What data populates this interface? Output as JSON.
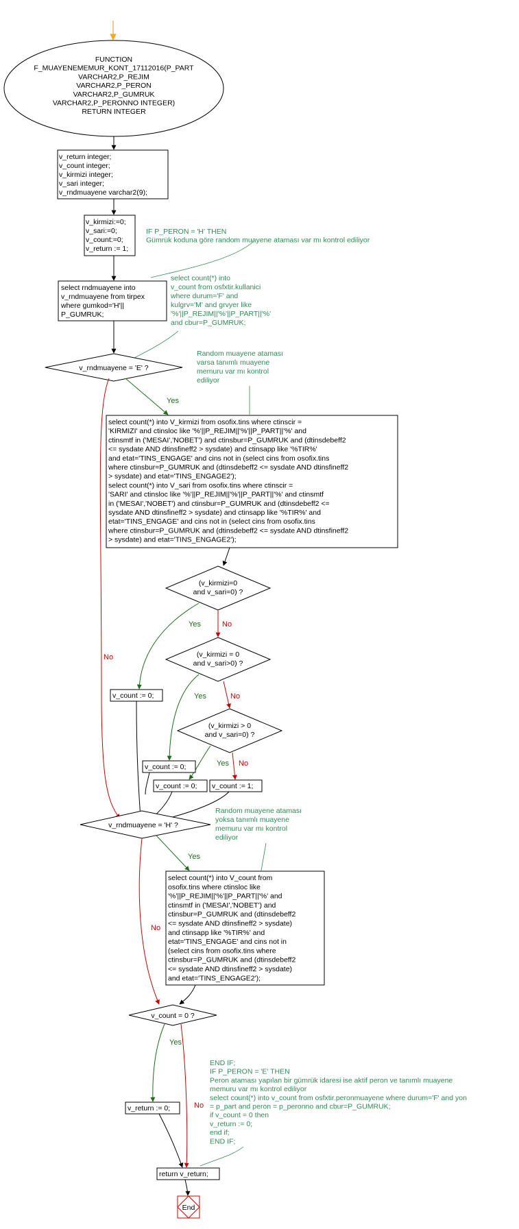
{
  "colors": {
    "yes": "#1a6e1a",
    "no": "#cc0000",
    "comment": "#2e8b57",
    "start_arrow": "#f5a623",
    "end_box": "#cc0000"
  },
  "nodes": {
    "function_header": [
      "FUNCTION",
      "F_MUAYENEMEMUR_KONT_17112016(P_PART",
      "VARCHAR2,P_REJIM",
      "VARCHAR2,P_PERON",
      "VARCHAR2,P_GUMRUK",
      "VARCHAR2,P_PERONNO INTEGER)",
      "RETURN INTEGER"
    ],
    "declarations": [
      "v_return integer;",
      "v_count integer;",
      "v_kirmizi integer;",
      "v_sari integer;",
      "v_rndmuayene varchar2(9);"
    ],
    "init": [
      "v_kirmizi:=0;",
      "v_sari:=0;",
      "v_count:=0;",
      "v_return := 1;"
    ],
    "select_rnd": [
      "select rndmuayene into",
      "v_rndmuayene from tirpex",
      "where gumkod='H'||",
      "P_GUMRUK;"
    ],
    "dec_e": "v_rndmuayene = 'E' ?",
    "select_counts": [
      "select count(*) into V_kirmizi from osofix.tins where ctinscir =",
      "'KIRMIZI' and ctinsloc like '%'||P_REJIM||'%'||P_PART||'%' and",
      "ctinsmtf in ('MESAI','NOBET') and ctinsbur=P_GUMRUK and (dtinsdebeff2",
      "<= sysdate AND dtinsfineff2 > sysdate) and ctinsapp like '%TIR%'",
      "and etat='TINS_ENGAGE' and cins not in (select cins from osofix.tins",
      "where ctinsbur=P_GUMRUK and (dtinsdebeff2 <= sysdate AND dtinsfineff2",
      "> sysdate) and etat='TINS_ENGAGE2');",
      "select count(*) into V_sari from osofix.tins where ctinscir =",
      "'SARI' and ctinsloc like '%'||P_REJIM||'%'||P_PART||'%' and ctinsmtf",
      "in ('MESAI','NOBET') and ctinsbur=P_GUMRUK and (dtinsdebeff2 <=",
      "sysdate AND dtinsfineff2 > sysdate) and ctinsapp like '%TIR%' and",
      "etat='TINS_ENGAGE' and cins not in (select cins from osofix.tins",
      "where ctinsbur=P_GUMRUK and (dtinsdebeff2 <= sysdate AND dtinsfineff2",
      "> sysdate) and etat='TINS_ENGAGE2');"
    ],
    "dec_1": [
      "(v_kirmizi=0",
      "and v_sari=0) ?"
    ],
    "dec_2": [
      "(v_kirmizi = 0",
      "and v_sari>0) ?"
    ],
    "dec_3": [
      "(v_kirmizi > 0",
      "and v_sari=0) ?"
    ],
    "assign_a": "v_count := 0;",
    "assign_b": "v_count := 0;",
    "assign_c": "v_count := 0;",
    "assign_d": "v_count := 1;",
    "dec_h": "v_rndmuayene = 'H' ?",
    "select_h": [
      "select count(*) into V_count from",
      "osofix.tins where ctinsloc like",
      "'%'||P_REJIM||'%'||P_PART||'%' and",
      "ctinsmtf in ('MESAI','NOBET') and",
      "ctinsbur=P_GUMRUK and (dtinsdebeff2",
      "<= sysdate AND dtinsfineff2 > sysdate)",
      "and ctinsapp like '%TIR%' and",
      "etat='TINS_ENGAGE' and cins not in",
      "(select cins from osofix.tins where",
      "ctinsbur=P_GUMRUK and (dtinsdebeff2",
      "<= sysdate AND dtinsfineff2 > sysdate)",
      "and etat='TINS_ENGAGE2');"
    ],
    "dec_count": "v_count = 0 ?",
    "ret_zero": "v_return := 0;",
    "ret": "return v_return;",
    "end": "End"
  },
  "comments": {
    "c1": [
      "IF P_PERON = 'H' THEN",
      "Gümrük koduna göre random muayene ataması var mı kontrol ediliyor"
    ],
    "c2": [
      "select  count(*) into",
      "v_count from osfxtir.kullanici",
      "where durum='F' and",
      "kulgrv='M' and grvyer like",
      "'%'||P_REJIM||'%'||P_PART||'%'",
      "and cbur=P_GUMRUK;"
    ],
    "c3": [
      "Random muayene ataması",
      "varsa tanımlı muayene",
      "memuru var mı kontrol",
      "ediliyor"
    ],
    "c4": [
      "Random muayene ataması",
      "yoksa tanımlı muayene",
      "memuru var mı kontrol",
      "ediliyor"
    ],
    "c5": [
      "END IF;",
      "IF P_PERON = 'E' THEN",
      "Peron ataması yapılan bir gümrük idaresi ise aktif peron ve tanımlı muayene",
      "memuru var mı kontrol ediliyor",
      "select  count(*) into v_count from osfxtir.peronmuayene where durum='F' and yon",
      "= p_part and peron = p_peronno and cbur=P_GUMRUK;",
      "if v_count = 0 then",
      "v_return := 0;",
      "end if;",
      "END IF;"
    ]
  },
  "labels": {
    "yes": "Yes",
    "no": "No"
  }
}
